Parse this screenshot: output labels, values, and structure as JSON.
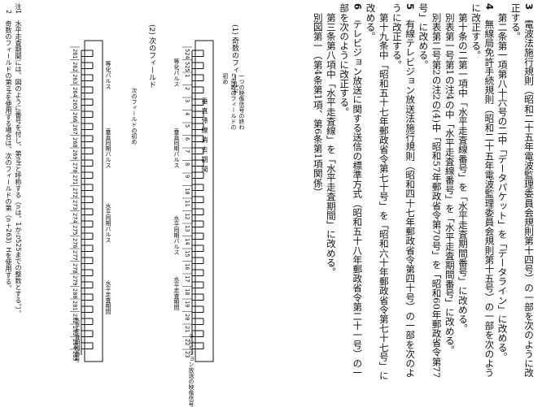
{
  "article": {
    "items": [
      {
        "number": "3",
        "text": "電波法施行規則（昭和二十五年電波監理委員会規則第十四号）の一部を次のように改正する。"
      },
      {
        "number": "",
        "text": "第二条第一項第八十六号の二中「データパケット」を「データライン」に改める。"
      },
      {
        "number": "4",
        "text": "無線局免許手続規則（昭和二十五年電波監理委員会規則第十五号）の一部を次のように改正する。"
      },
      {
        "number": "",
        "text": "第十条の二第一項中「水平走査線番号」を「水平走査期間番号」に改める。"
      },
      {
        "number": "",
        "text": "別表第一号第1の注4の中「水平走査線番号」を「水平走査期間番号」に改める。"
      },
      {
        "number": "",
        "text": "別表第二号第2の注2の(4)中「昭和57年郵政省令第70号」を「昭和60年郵政省令第77号」に改める。"
      },
      {
        "number": "5",
        "text": "有線テレビジョン放送法施行規則（昭和四十七年郵政省令第四十号）の一部を次のように改正する。"
      },
      {
        "number": "",
        "text": "第十九条中「昭和五十七年郵政省令第七十号」を「昭和六十年郵政省令第七十七号」に改める。"
      },
      {
        "number": "6",
        "text": "テレビジョン放送に関する送信の標準方式（昭和五十八年郵政省令第二十一号）の一部を次のように改正する。"
      },
      {
        "number": "",
        "text": "第三条第八項中「水平走査線」を「水平走査期間」に改める。"
      },
      {
        "number": "",
        "text": "別図第一（第4条第1項、第6条第1項関係）"
      }
    ]
  },
  "figure": {
    "heading_1": "(1) 奇数のフィールド",
    "heading_2": "(2) 次のフィールド",
    "center_label": "垂直帰線消去期間",
    "label_field_change": "一つの映像信号の終わり奇数のフィールドの初め",
    "label_equalizing": "等化パルス",
    "label_vertical_sync": "垂直同期パルス",
    "label_equalizing_2": "等化パルス",
    "label_horizontal_sync": "水平同期パルス",
    "label_horizontal_period": "水平走査期間",
    "label_tv_signal": "テレビジョン放送の映像信号",
    "label_next_field_start": "次のフィールドの初め",
    "label_horizontal_period_number": "水平走査期間番号",
    "numbers_row1": [
      "524",
      "525",
      "1",
      "2",
      "3",
      "4",
      "5",
      "6",
      "7",
      "8",
      "9",
      "10",
      "11",
      "12",
      "13",
      "14",
      "15",
      "16",
      "17",
      "18",
      "19",
      "20",
      "21",
      "22",
      "23"
    ],
    "numbers_row2": [
      "261",
      "262",
      "263",
      "264",
      "265",
      "266",
      "267",
      "268",
      "269",
      "270",
      "271",
      "272",
      "273",
      "274",
      "275",
      "276",
      "277",
      "278",
      "279",
      "280",
      "281",
      "282",
      "283",
      "284",
      "285"
    ],
    "notes": [
      "注1　水平走査期間には、図のように番号を付し、第nHと呼称する（nは、1から525までの整数とする。）。",
      "　2　奇数のフィールドの第nHを使用する場合は、次のフィールドの第（n＋263）Hを使用する。"
    ]
  }
}
